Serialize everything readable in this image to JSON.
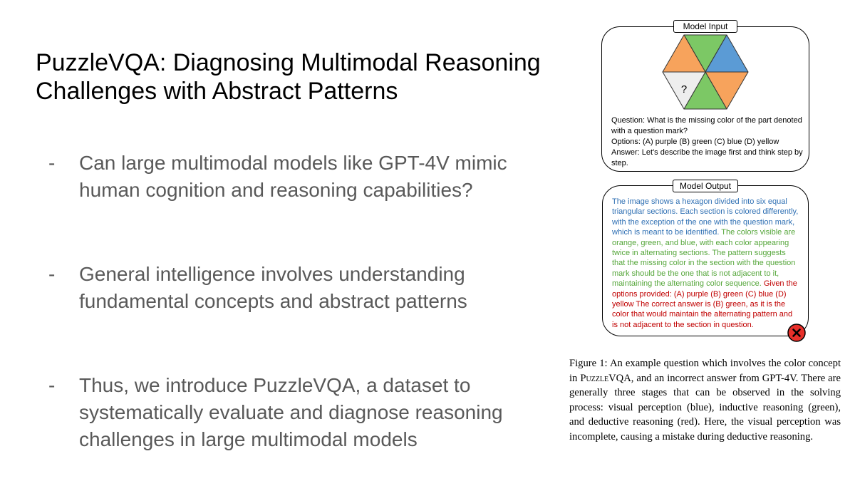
{
  "slide": {
    "title": "PuzzleVQA: Diagnosing Multimodal Reasoning Challenges with Abstract Patterns",
    "bullets": [
      {
        "marker": "-",
        "text": "Can large multimodal models like GPT-4V mimic human cognition and reasoning capabilities?"
      },
      {
        "marker": "-",
        "text": "General intelligence involves understanding fundamental concepts and abstract patterns"
      },
      {
        "marker": "-",
        "text": "Thus, we introduce PuzzleVQA, a dataset to systematically evaluate and diagnose reasoning challenges in large multimodal models"
      }
    ]
  },
  "figure": {
    "input_label": "Model Input",
    "puzzle_question_mark": "?",
    "hexagon_colors": {
      "orange": "#f7a35c",
      "green": "#7cc865",
      "blue": "#5b9bd5",
      "gray": "#eeeeee"
    },
    "question": "Question: What is the missing color of the part denoted with a question mark?",
    "options": "Options: (A) purple (B) green (C) blue (D) yellow",
    "answer": "Answer: Let's describe the image first and think step by step.",
    "output_label": "Model Output",
    "output_blue": "The image shows a hexagon divided into six equal triangular sections. Each section is colored differently, with the exception of the one with the question mark, which is meant to be identified. ",
    "output_green": "The colors visible are orange, green, and blue, with each color appearing twice in alternating sections. The pattern suggests that the missing color in the section with the question mark should be the one that is not adjacent to it, maintaining the alternating color sequence. ",
    "output_red": "Given the options provided: (A) purple (B) green (C) blue (D) yellow The correct answer is (B) green, as it is the color that would maintain the alternating pattern and is not adjacent to the section in question.",
    "error_icon": "x-circle-icon",
    "caption_prefix": "Figure 1: An example question which involves the color concept in ",
    "caption_name": "PuzzleVQA",
    "caption_suffix": ", and an incorrect answer from GPT-4V. There are generally three stages that can be observed in the solving process: visual perception (blue), inductive reasoning (green), and deductive reasoning (red). Here, the visual perception was incomplete, causing a mistake during deductive reasoning."
  }
}
